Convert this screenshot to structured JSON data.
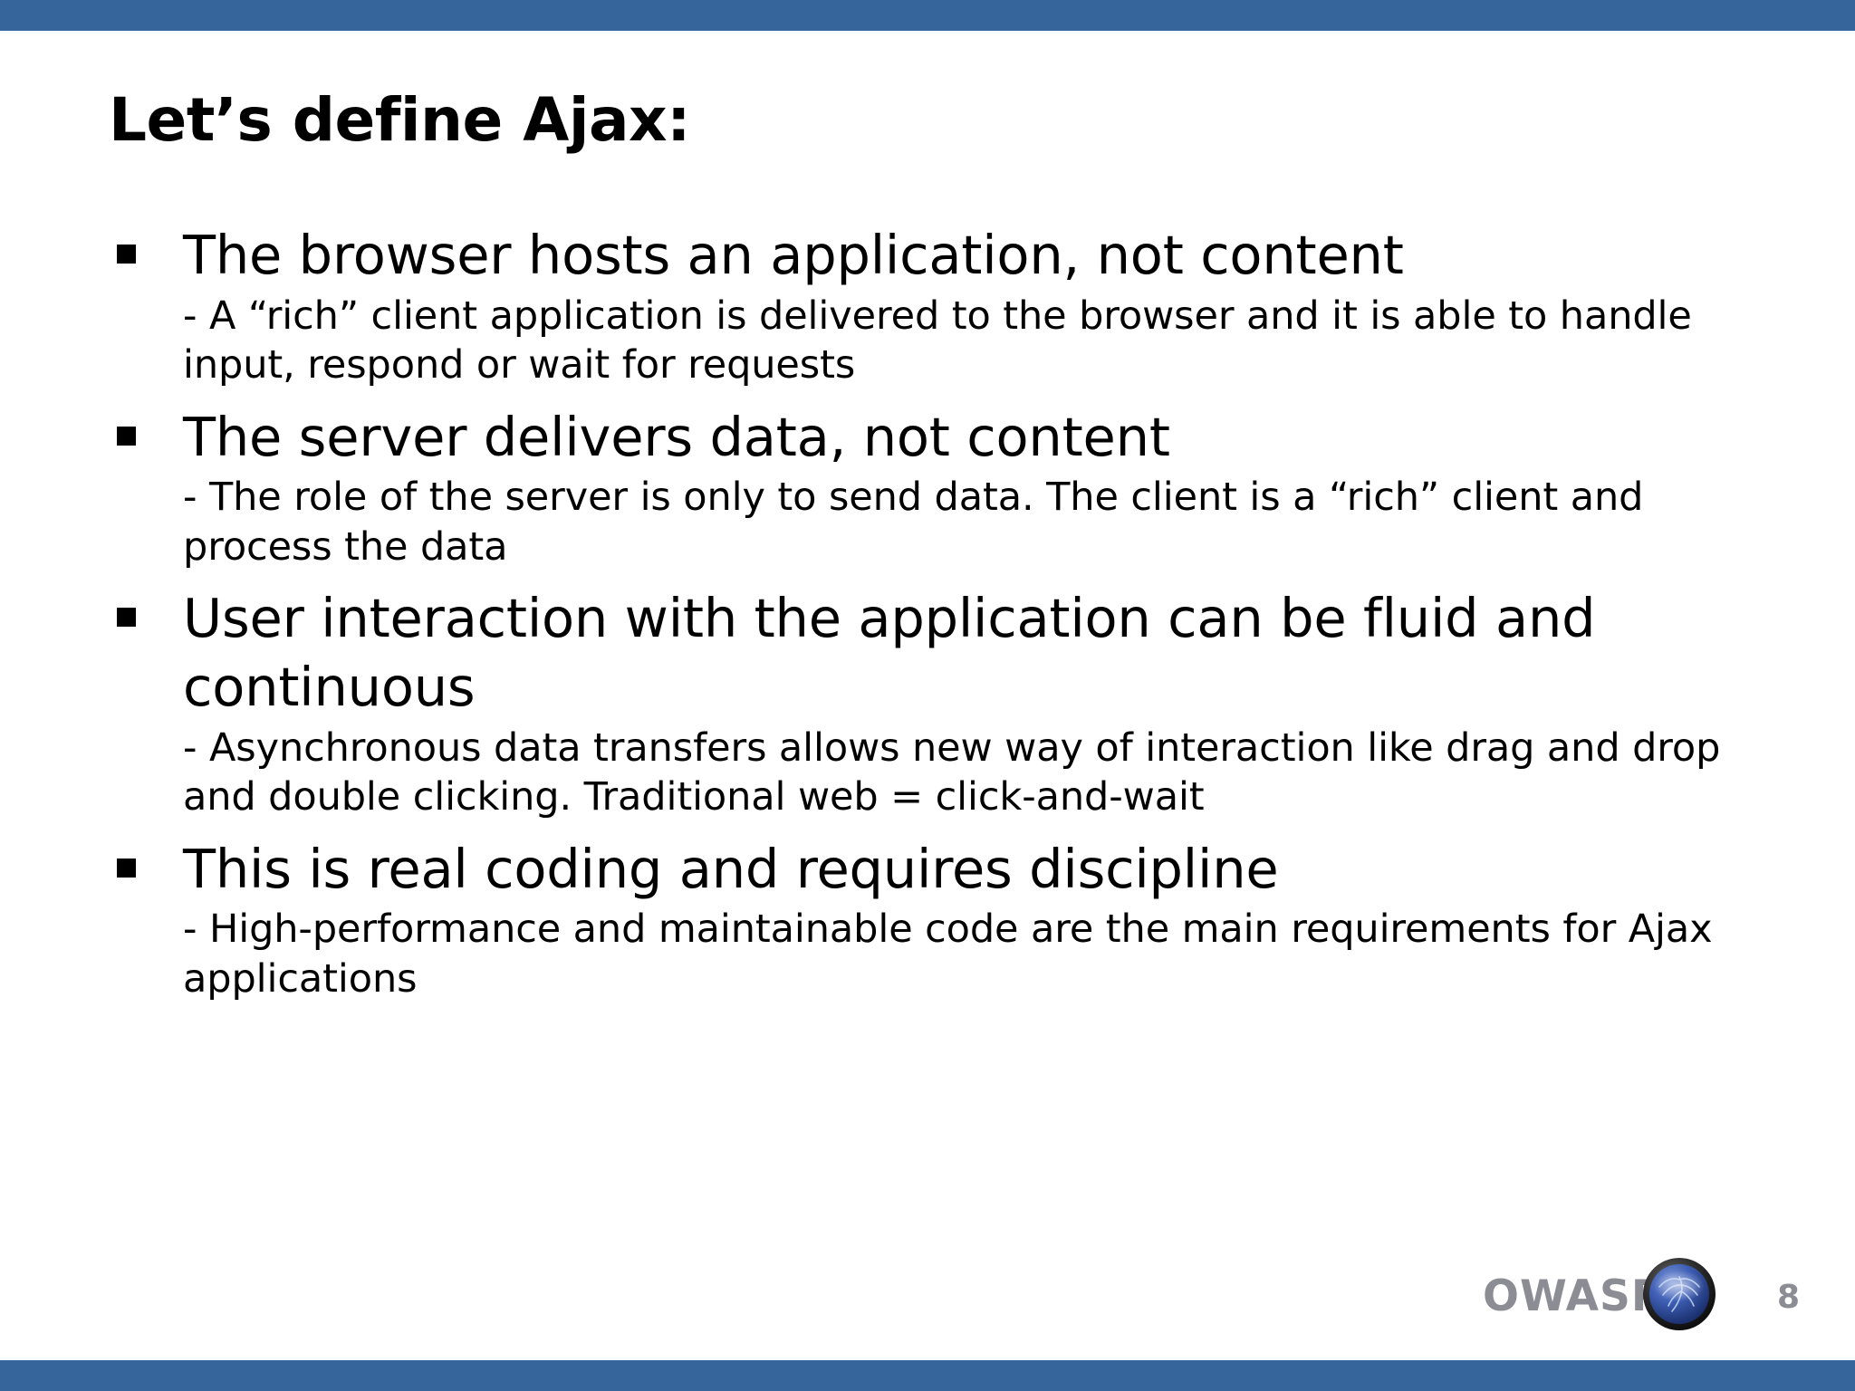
{
  "slide": {
    "title": "Let’s define Ajax:",
    "page_number": "8",
    "accent_color": "#36659B",
    "background_color": "#FFFFFF",
    "text_color": "#000000",
    "footer_text_color": "#8C8C94"
  },
  "bullets": [
    {
      "heading": "The browser hosts an application, not content",
      "detail": "- A “rich” client application is delivered to the browser and it is able to handle input, respond or wait for requests"
    },
    {
      "heading": "The server delivers data, not content",
      "detail": "- The role of the server is only to send data. The client is a “rich” client and process the data"
    },
    {
      "heading": "User interaction with the application can be fluid and continuous",
      "detail": "- Asynchronous data transfers allows new way of interaction like drag and drop and double clicking. Traditional web = click-and-wait"
    },
    {
      "heading": "This is real coding and requires discipline",
      "detail": "- High-performance and maintainable code are the main requirements for Ajax applications"
    }
  ],
  "footer": {
    "wordmark": "OWASP",
    "logo_icon": "owasp-sphere-logo",
    "page_number": "8"
  }
}
